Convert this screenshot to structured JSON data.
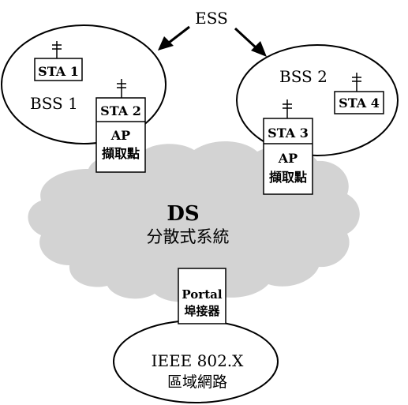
{
  "ess": {
    "label": "ESS"
  },
  "bss1": {
    "label": "BSS 1"
  },
  "bss2": {
    "label": "BSS 2"
  },
  "stations": {
    "sta1": "STA 1",
    "sta2": "STA 2",
    "sta3": "STA 3",
    "sta4": "STA 4"
  },
  "ap1": {
    "label": "AP",
    "sublabel": "擷取點"
  },
  "ap2": {
    "label": "AP",
    "sublabel": "擷取點"
  },
  "ds": {
    "label": "DS",
    "sublabel": "分散式系統"
  },
  "portal": {
    "label": "Portal",
    "sublabel": "埠接器"
  },
  "lan": {
    "label": "IEEE 802.X",
    "sublabel": "區域網路"
  },
  "colors": {
    "cloud": "#d3d3d3",
    "stroke": "#000000",
    "box_fill": "#ffffff"
  }
}
